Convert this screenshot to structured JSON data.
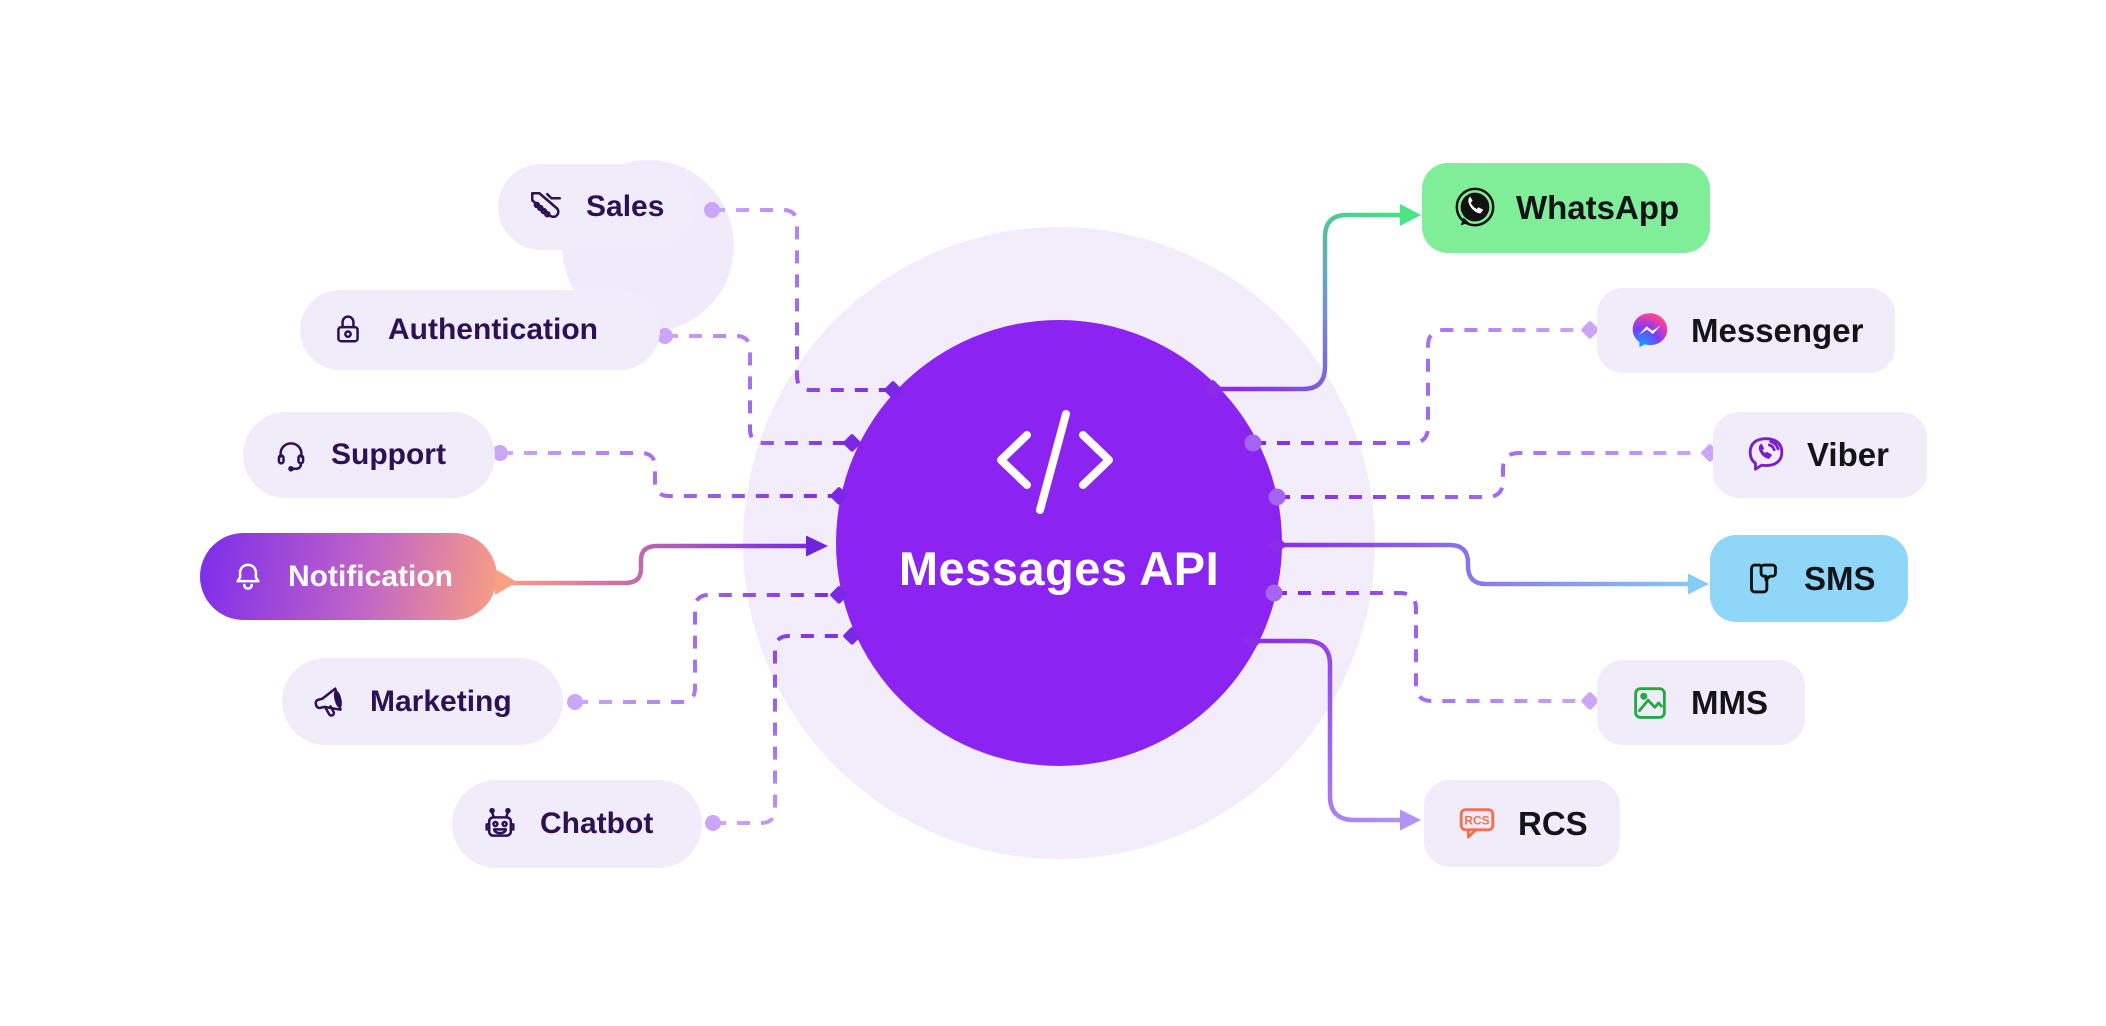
{
  "diagram": {
    "center": {
      "title": "Messages API",
      "icon": "code-icon"
    },
    "use_cases": [
      {
        "label": "Sales",
        "icon": "handshake-icon",
        "connector": "dashed"
      },
      {
        "label": "Authentication",
        "icon": "lock-icon",
        "connector": "dashed"
      },
      {
        "label": "Support",
        "icon": "headset-icon",
        "connector": "dashed"
      },
      {
        "label": "Notification",
        "icon": "bell-icon",
        "connector": "solid-arrow",
        "highlighted": true
      },
      {
        "label": "Marketing",
        "icon": "megaphone-icon",
        "connector": "dashed"
      },
      {
        "label": "Chatbot",
        "icon": "robot-icon",
        "connector": "dashed"
      }
    ],
    "channels": [
      {
        "label": "WhatsApp",
        "icon": "whatsapp-icon",
        "connector": "solid-arrow",
        "highlighted": true
      },
      {
        "label": "Messenger",
        "icon": "messenger-icon",
        "connector": "dashed"
      },
      {
        "label": "Viber",
        "icon": "viber-icon",
        "connector": "dashed"
      },
      {
        "label": "SMS",
        "icon": "sms-icon",
        "connector": "solid-arrow",
        "highlighted": true
      },
      {
        "label": "MMS",
        "icon": "mms-icon",
        "connector": "dashed"
      },
      {
        "label": "RCS",
        "icon": "rcs-icon",
        "connector": "solid-arrow",
        "icon_text": "RCS"
      }
    ],
    "connections": [
      {
        "from": "Sales",
        "to": "Messages API",
        "style": "dashed"
      },
      {
        "from": "Authentication",
        "to": "Messages API",
        "style": "dashed"
      },
      {
        "from": "Support",
        "to": "Messages API",
        "style": "dashed"
      },
      {
        "from": "Notification",
        "to": "Messages API",
        "style": "solid-arrow"
      },
      {
        "from": "Marketing",
        "to": "Messages API",
        "style": "dashed"
      },
      {
        "from": "Chatbot",
        "to": "Messages API",
        "style": "dashed"
      },
      {
        "from": "Messages API",
        "to": "WhatsApp",
        "style": "solid-arrow"
      },
      {
        "from": "Messages API",
        "to": "Messenger",
        "style": "dashed"
      },
      {
        "from": "Messages API",
        "to": "Viber",
        "style": "dashed"
      },
      {
        "from": "Messages API",
        "to": "SMS",
        "style": "solid-arrow"
      },
      {
        "from": "Messages API",
        "to": "MMS",
        "style": "dashed"
      },
      {
        "from": "Messages API",
        "to": "RCS",
        "style": "solid-arrow"
      }
    ],
    "colors": {
      "hub_purple": "#8B23F1",
      "halo_lavender": "#F2ECFB",
      "pill_lavender": "#F1ECFA",
      "use_case_text": "#2D1155",
      "channel_text": "#131318",
      "whatsapp_green": "#80EE98",
      "sms_blue": "#90D6F8",
      "notification_gradient_start": "#7C2BEB",
      "notification_gradient_end": "#FA9F83",
      "dashed_line_dark": "#7B28E6",
      "dashed_line_light": "#CDA9F8",
      "mms_green": "#28A745",
      "rcs_orange": "#F4704E",
      "viber_purple": "#7D1FC9"
    }
  }
}
